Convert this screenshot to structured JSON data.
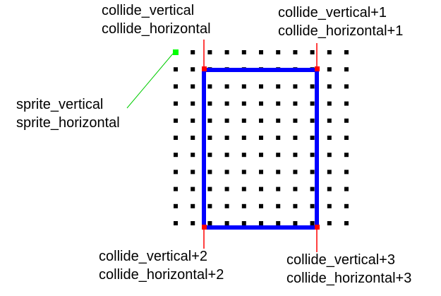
{
  "labels": {
    "top_left": [
      "collide_vertical",
      "collide_horizontal"
    ],
    "top_right": [
      "collide_vertical+1",
      "collide_horizontal+1"
    ],
    "sprite": [
      "sprite_vertical",
      "sprite_horizontal"
    ],
    "bottom_left": [
      "collide_vertical+2",
      "collide_horizontal+2"
    ],
    "bottom_right": [
      "collide_vertical+3",
      "collide_horizontal+3"
    ]
  },
  "grid": {
    "columns": 11,
    "rows": 11
  },
  "colors": {
    "dot": "#000000",
    "sprite_point": "#00ff00",
    "collide_point": "#ff0000",
    "rectangle": "#0000ff",
    "sprite_leader": "#00cc00",
    "leader": "#ff0000"
  }
}
